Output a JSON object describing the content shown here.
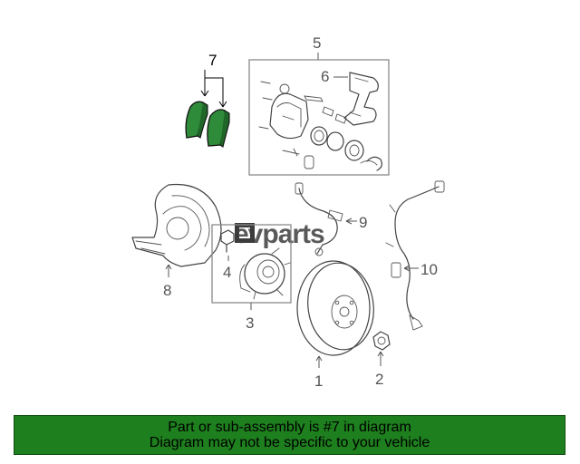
{
  "callouts": {
    "c1": "1",
    "c2": "2",
    "c3": "3",
    "c4": "4",
    "c5": "5",
    "c6": "6",
    "c7": "7",
    "c8": "8",
    "c9": "9",
    "c10": "10"
  },
  "highlight_part": "7",
  "highlight_color": "#2e8b3a",
  "watermark": "evparts",
  "banner": {
    "line1": "Part or sub-assembly is #7 in diagram",
    "line2": "Diagram may not be specific to your vehicle",
    "background": "#1e7f1e"
  }
}
